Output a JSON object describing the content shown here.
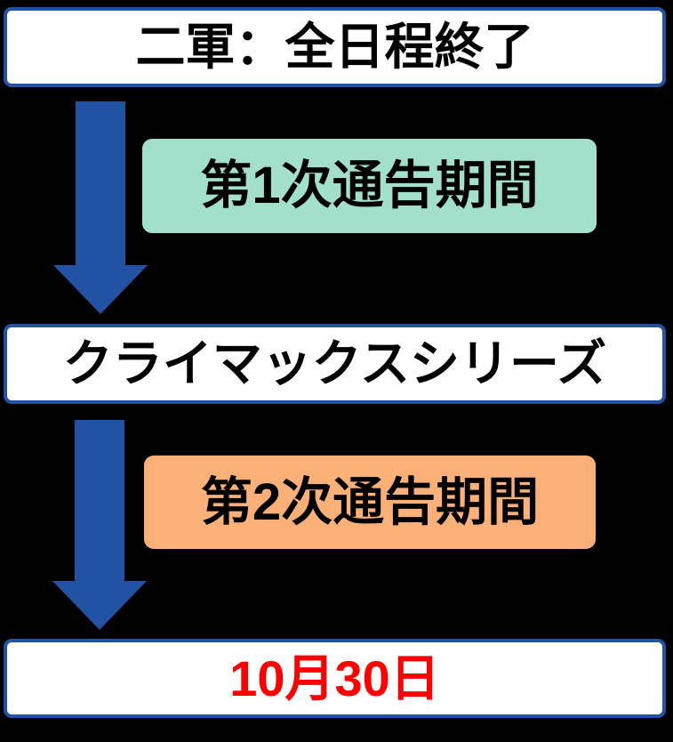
{
  "flowchart": {
    "stage1": {
      "label": "二軍：全日程終了"
    },
    "period1": {
      "label": "第1次通告期間",
      "fill": "#a3e0cc"
    },
    "stage2": {
      "label": "クライマックスシリーズ"
    },
    "period2": {
      "label": "第2次通告期間",
      "fill": "#fab077"
    },
    "stage3": {
      "label": "10月30日",
      "text_color": "#ff0000"
    }
  },
  "colors": {
    "accent_blue": "#2152a4",
    "mint": "#a3e0cc",
    "orange": "#fab077",
    "date_red": "#ff0000",
    "bg": "#000000",
    "box_bg": "#ffffff",
    "text": "#000000"
  }
}
